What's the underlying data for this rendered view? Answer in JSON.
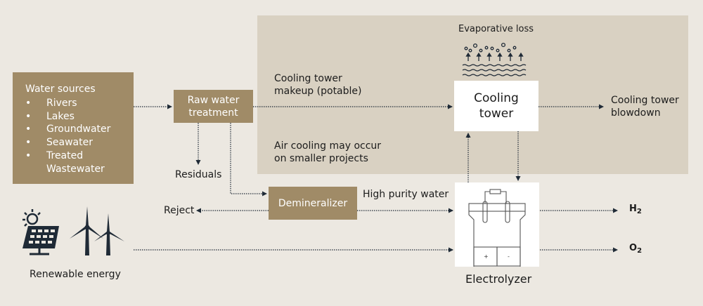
{
  "region": {
    "makeup_label_line1": "Cooling tower",
    "makeup_label_line2": "makeup (potable)",
    "air_cooling_line1": "Air cooling may occur",
    "air_cooling_line2": "on smaller projects",
    "evaporative_loss": "Evaporative loss"
  },
  "water_sources": {
    "title": "Water sources",
    "bullet": "•",
    "items": [
      "Rivers",
      "Lakes",
      "Groundwater",
      "Seawater",
      "Treated",
      "Wastewater"
    ]
  },
  "raw_water": {
    "line1": "Raw water",
    "line2": "treatment"
  },
  "residuals": "Residuals",
  "demineralizer": "Demineralizer",
  "reject": "Reject",
  "high_purity_water": "High purity water",
  "cooling_tower": {
    "line1": "Cooling",
    "line2": "tower"
  },
  "blowdown": {
    "line1": "Cooling tower",
    "line2": "blowdown"
  },
  "electrolyzer": {
    "label": "Electrolyzer",
    "plus": "+",
    "minus": "-"
  },
  "outputs": {
    "h2_main": "H",
    "h2_sub": "2",
    "o2_main": "O",
    "o2_sub": "2"
  },
  "renewable_energy": "Renewable energy",
  "colors": {
    "background": "#ece8e1",
    "region": "#d9d1c2",
    "box_brown": "#a08b67",
    "line": "#1f2a36"
  }
}
